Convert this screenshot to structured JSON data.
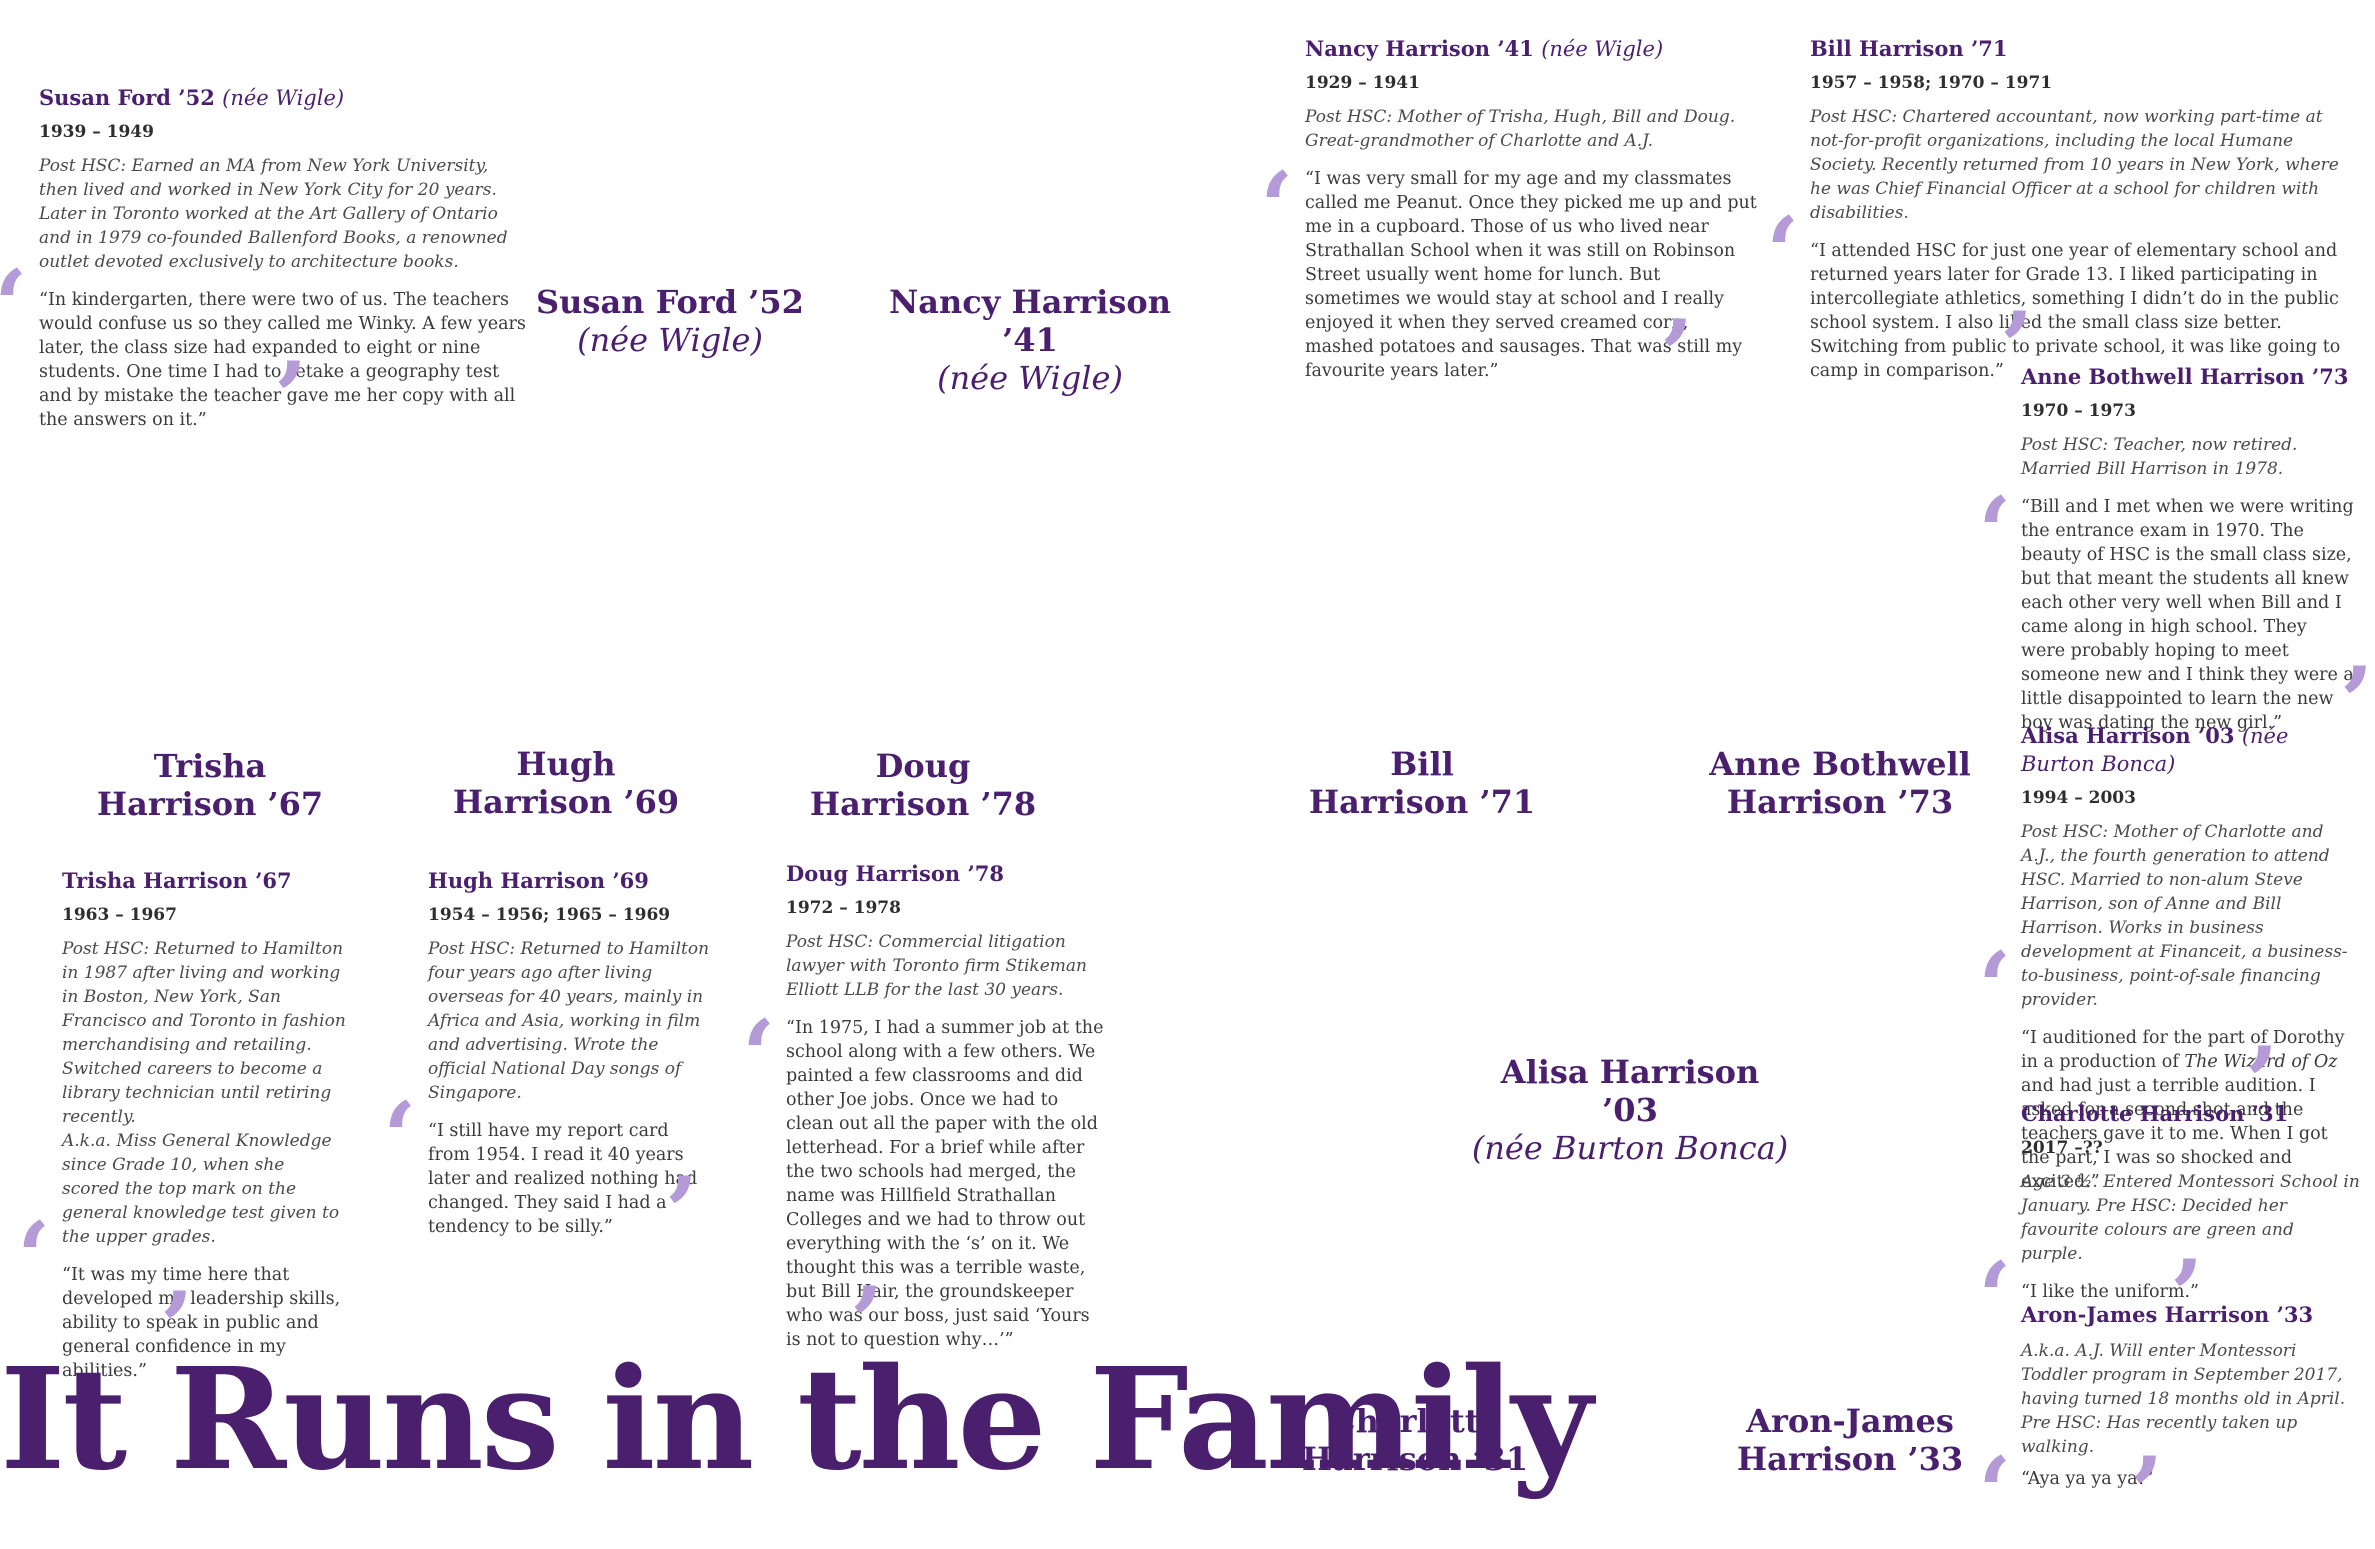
{
  "title": "It Runs in the Family",
  "colors": {
    "accent": "#4a1f6e",
    "quote_mark": "#b49ad6"
  },
  "labels": {
    "susan": [
      "Susan Ford ’52",
      "(née Wigle)"
    ],
    "nancy": [
      "Nancy Harrison ’41",
      "(née Wigle)"
    ],
    "trisha": [
      "Trisha",
      "Harrison ’67"
    ],
    "hugh": [
      "Hugh",
      "Harrison ’69"
    ],
    "doug": [
      "Doug",
      "Harrison ’78"
    ],
    "bill": [
      "Bill",
      "Harrison ’71"
    ],
    "anne": [
      "Anne Bothwell",
      "Harrison ’73"
    ],
    "alisa": [
      "Alisa Harrison ’03",
      "(née Burton Bonca)"
    ],
    "charlotte": [
      "Charlotte",
      "Harrison ’31"
    ],
    "aron": [
      "Aron-James",
      "Harrison ’33"
    ]
  },
  "profiles": {
    "susan": {
      "name": "Susan  Ford ’52",
      "nee": "(née Wigle)",
      "years": "1939 – 1949",
      "post": "Post HSC: Earned an MA from New York University, then lived and worked in New York City for 20 years. Later in Toronto worked at the Art Gallery of Ontario and in 1979 co-founded Ballenford Books, a renowned outlet devoted exclusively to architecture books.",
      "quote": "“In kindergarten, there were two of us. The teachers would confuse us so they called me Winky. A few years later, the class size had expanded to eight or nine students. One time I had to retake a geography test and by mistake the teacher gave me her copy with all the answers on it.”"
    },
    "nancy": {
      "name": "Nancy  Harrison ’41",
      "nee": "(née Wigle)",
      "years": "1929 – 1941",
      "post": "Post HSC: Mother of Trisha, Hugh, Bill and Doug. Great-grandmother of Charlotte and A.J.",
      "quote": "“I was very small for my age and my classmates called me Peanut. Once they picked me up and put me in a cupboard. Those of us who lived near Strathallan School when it was still on Robinson Street usually went home for lunch. But sometimes we would stay at school and I really enjoyed it when they served creamed corn, mashed potatoes and sausages. That was still my favourite years later.”"
    },
    "bill": {
      "name": "Bill Harrison ’71",
      "years": "1957 – 1958; 1970 – 1971",
      "post": "Post HSC: Chartered accountant, now working part-time at not-for-profit organizations, including the local Humane Society. Recently returned from 10 years in New York, where he was Chief Financial Officer at a school for children with disabilities.",
      "quote": "“I attended HSC for just one year of elementary school and returned years later for Grade 13. I liked participating in intercollegiate athletics, something I didn’t do in the public school system. I also liked the small class size better. Switching from public to private school, it was like going to camp in comparison.”"
    },
    "anne": {
      "name": "Anne Bothwell Harrison ’73",
      "years": "1970 – 1973",
      "post": "Post HSC: Teacher, now retired. Married Bill Harrison in 1978.",
      "quote": "“Bill and I met when we were writing the entrance exam in 1970. The beauty of HSC is the small class size, but that meant the students all knew each other very well when Bill and I came along in high school. They were probably hoping to meet someone new and I think they were a little disappointed to learn the new boy was dating the new girl.”"
    },
    "alisa": {
      "name": "Alisa Harrison ’03",
      "nee": "(née Burton Bonca)",
      "years": "1994 – 2003",
      "post": "Post HSC: Mother of Charlotte and A.J., the fourth generation to attend HSC. Married to non-alum Steve Harrison, son of Anne and Bill Harrison. Works in business development at Financeit, a business-to-business, point-of-sale financing provider.",
      "quote_pre": "“I auditioned for the part of Dorothy in a production of ",
      "quote_em": "The Wizard of Oz",
      "quote_post": " and had just a terrible audition. I asked for a second shot and the teachers gave it to me. When I got the part, I was so shocked and excited.”"
    },
    "charlotte": {
      "name": "Charlotte Harrison ’31",
      "years": "2017 –??",
      "post": "Age 3 ½. Entered Montessori School in January. Pre HSC: Decided her favourite colours are green and purple.",
      "quote": "“I like the uniform.”"
    },
    "aron": {
      "name": "Aron-James Harrison ’33",
      "post1": "A.k.a. A.J. Will enter Montessori Toddler program in September 2017, having turned 18 months old in April.",
      "post2": "Pre HSC: Has recently taken up walking.",
      "quote": "“Aya ya ya ya!”"
    },
    "trisha": {
      "name": "Trisha Harrison ’67",
      "years": "1963 – 1967",
      "post": "Post HSC: Returned to Hamilton in 1987 after living and working in Boston, New York, San Francisco and Toronto in fashion merchandising and retailing. Switched careers to become a library technician until retiring recently.",
      "aka": "A.k.a. Miss General Knowledge since Grade 10, when she scored the top mark on the general knowledge test given to the upper grades.",
      "quote": "“It was my time here that developed my leadership skills, ability to speak in public and general confidence in my abilities.”"
    },
    "hugh": {
      "name": "Hugh Harrison ’69",
      "years": "1954 – 1956; 1965 – 1969",
      "post": "Post HSC: Returned to Hamilton four years ago after living overseas for 40 years, mainly in Africa and Asia, working in film and advertising. Wrote the official National Day songs of Singapore.",
      "quote": "“I still have my report card from 1954. I read it 40 years later and realized nothing had changed. They said I had a tendency to be silly.”"
    },
    "doug": {
      "name": "Doug Harrison ’78",
      "years": "1972 – 1978",
      "post": "Post HSC: Commercial litigation lawyer with Toronto firm Stikeman Elliott LLB for the last 30 years.",
      "quote": "“In 1975, I had a summer job at the school along with a few others. We painted a few classrooms and did other Joe jobs. Once we had to clean out all the paper with the old letterhead. For a brief while after the two schools had merged, the name was Hillfield Strathallan Colleges and we had to throw out everything with the ‘s’ on it. We thought this was a terrible waste, but Bill Hair, the groundskeeper who was our boss, just said ‘Yours is not to question why…’”"
    }
  },
  "quote_marks": {
    "open": "‘",
    "close": "’"
  }
}
